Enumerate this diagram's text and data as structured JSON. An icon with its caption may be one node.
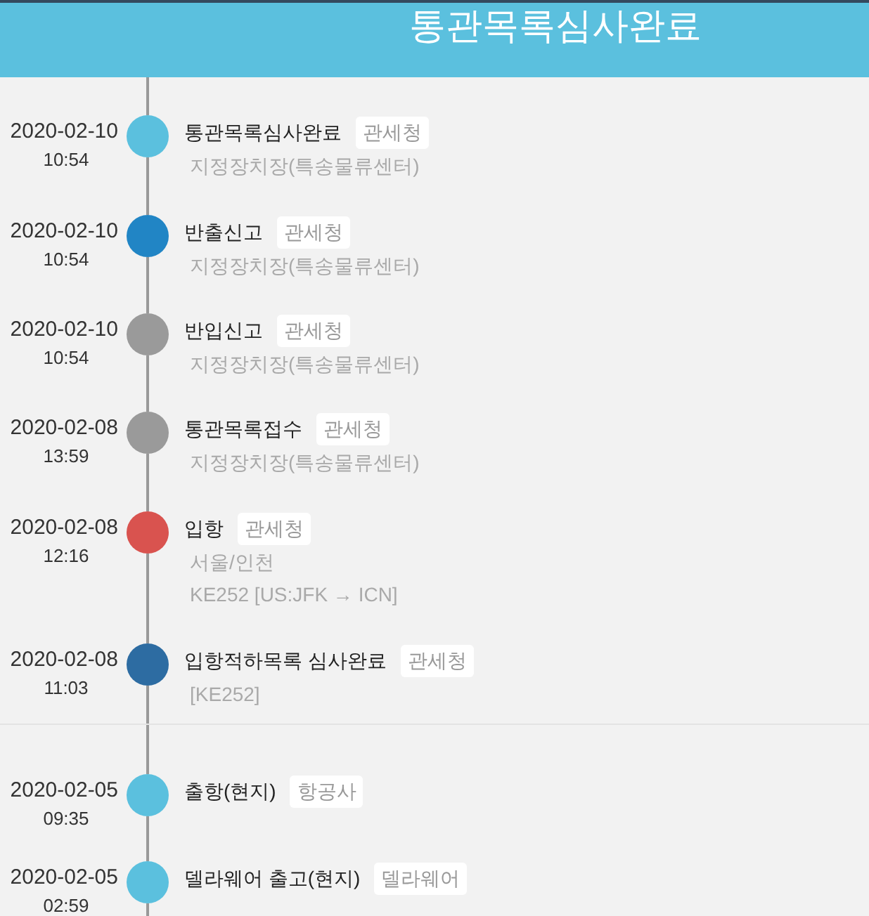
{
  "diagram": {
    "title": "통관목록심사완료",
    "nodes": [
      {
        "text": [],
        "shape": "circle",
        "beside": [
          "2020-02-10",
          "10:54",
          "통관목록심사완료",
          "지정장치장(특송물류센터)"
        ]
      },
      {
        "text": [
          "관세청"
        ]
      },
      {
        "text": [],
        "shape": "circle",
        "beside": [
          "2020-02-10",
          "10:54",
          "반출신고",
          "지정장치장(특송물류센터)"
        ]
      },
      {
        "text": [
          "관세청"
        ]
      },
      {
        "text": [],
        "shape": "circle",
        "beside": [
          "2020-02-10",
          "10:54",
          "반입신고",
          "지정장치장(특송물류센터)"
        ]
      },
      {
        "text": [
          "관세청"
        ]
      },
      {
        "text": [],
        "shape": "circle",
        "beside": [
          "2020-02-08",
          "13:59",
          "통관목록접수",
          "지정장치장(특송물류센터)"
        ]
      },
      {
        "text": [
          "관세청"
        ]
      },
      {
        "text": [],
        "shape": "circle",
        "beside": [
          "2020-02-08",
          "12:16",
          "입항",
          "서울/인천",
          "KE252 [US:JFK → ICN]"
        ]
      },
      {
        "text": [
          "관세청"
        ]
      },
      {
        "text": [],
        "shape": "circle",
        "beside": [
          "2020-02-08",
          "11:03",
          "입항적하목록 심사완료",
          "[KE252]"
        ]
      },
      {
        "text": [
          "관세청"
        ]
      },
      {
        "text": [],
        "shape": "circle",
        "beside": [
          "2020-02-05",
          "09:35",
          "출항(현지)"
        ]
      },
      {
        "text": [
          "항공사"
        ]
      },
      {
        "text": [],
        "shape": "circle",
        "beside": [
          "2020-02-05",
          "02:59",
          "델라웨어 출고(현지)"
        ]
      },
      {
        "text": [
          "델라웨어"
        ]
      }
    ],
    "edges": [
      {
        "from": 0,
        "to": 2,
        "arrow": "none"
      },
      {
        "from": 2,
        "to": 4,
        "arrow": "none"
      },
      {
        "from": 4,
        "to": 6,
        "arrow": "none"
      },
      {
        "from": 6,
        "to": 8,
        "arrow": "none"
      },
      {
        "from": 8,
        "to": 10,
        "arrow": "none"
      },
      {
        "from": 10,
        "to": 12,
        "arrow": "none"
      },
      {
        "from": 12,
        "to": 14,
        "arrow": "none"
      }
    ]
  }
}
